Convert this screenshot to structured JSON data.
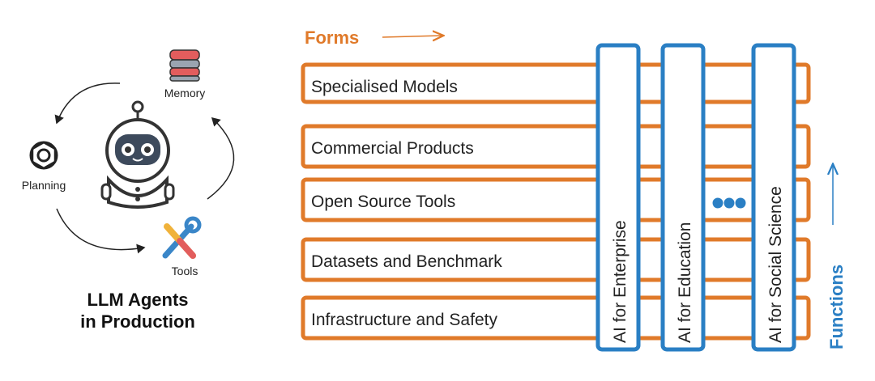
{
  "left_panel": {
    "memory_label": "Memory",
    "planning_label": "Planning",
    "tools_label": "Tools",
    "title_line1": "LLM Agents",
    "title_line2": "in Production"
  },
  "forms": {
    "heading": "Forms",
    "rows": [
      "Specialised Models",
      "Commercial Products",
      "Open Source Tools",
      "Datasets and Benchmark",
      "Infrastructure and Safety"
    ]
  },
  "functions": {
    "heading": "Functions",
    "columns": [
      "AI for Enterprise",
      "AI for Education",
      "AI for Social Science"
    ]
  },
  "colors": {
    "forms_accent": "#e07a2a",
    "functions_accent": "#2a7fc4",
    "text": "#222222"
  }
}
